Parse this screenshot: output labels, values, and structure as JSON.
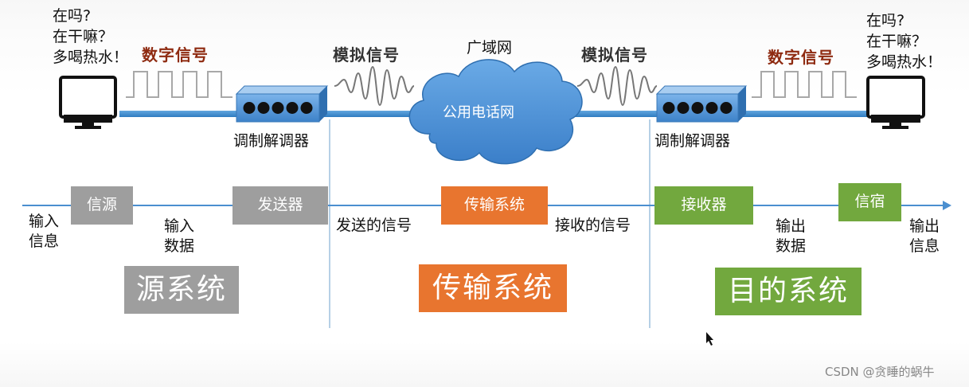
{
  "top": {
    "left_chat": [
      "在吗?",
      "在干嘛？",
      "多喝热水！"
    ],
    "right_chat": [
      "在吗?",
      "在干嘛？",
      "多喝热水！"
    ],
    "digital_signal_left": "数字信号",
    "digital_signal_right": "数字信号",
    "analog_signal_left": "模拟信号",
    "analog_signal_right": "模拟信号",
    "wan_label": "广域网",
    "cloud_label": "公用电话网",
    "modem_left": "调制解调器",
    "modem_right": "调制解调器"
  },
  "flow": {
    "input_info": "输入\n信息",
    "source": "信源",
    "input_data": "输入\n数据",
    "transmitter": "发送器",
    "sent_signal": "发送的信号",
    "transmission": "传输系统",
    "received_signal": "接收的信号",
    "receiver": "接收器",
    "output_data": "输出\n数据",
    "destination": "信宿",
    "output_info": "输出\n信息"
  },
  "systems": {
    "source_system": "源系统",
    "transmission_system": "传输系统",
    "destination_system": "目的系统"
  },
  "colors": {
    "source_gray": "#9e9e9e",
    "transmission_orange": "#e8752f",
    "destination_green": "#72a83e",
    "line_blue": "#3f8fd0",
    "cloud_blue": "#4a8fd6"
  },
  "watermark": "CSDN @贪睡的蜗牛"
}
